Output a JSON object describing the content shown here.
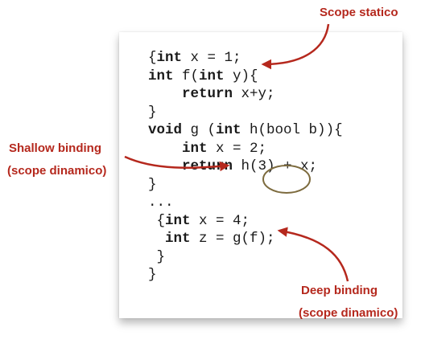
{
  "annotations": {
    "scope_statico": "Scope statico",
    "shallow_line1": "Shallow binding",
    "shallow_line2": "(scope dinamico)",
    "deep_line1": "Deep binding",
    "deep_line2": "(scope dinamico)"
  },
  "code_lines": [
    [
      "{",
      {
        "kw": "int"
      },
      " x = 1;"
    ],
    [
      {
        "kw": "int"
      },
      " f(",
      {
        "kw": "int"
      },
      " y){"
    ],
    [
      "    ",
      {
        "kw": "return"
      },
      " x+y;"
    ],
    [
      "}"
    ],
    [
      {
        "kw": "void"
      },
      " g (",
      {
        "kw": "int"
      },
      " h(bool b)){"
    ],
    [
      "    ",
      {
        "kw": "int"
      },
      " x = 2;"
    ],
    [
      "    ",
      {
        "kw": "return"
      },
      " h(3) + x;"
    ],
    [
      "}"
    ],
    [
      "..."
    ],
    [
      " {",
      {
        "kw": "int"
      },
      " x = 4;"
    ],
    [
      "  ",
      {
        "kw": "int"
      },
      " z = g(f);"
    ],
    [
      " }"
    ],
    [
      "}"
    ]
  ],
  "colors": {
    "annotation_red": "#b5281d",
    "circle_olive": "#7d6b3e",
    "code_text": "#1a1a1a"
  }
}
